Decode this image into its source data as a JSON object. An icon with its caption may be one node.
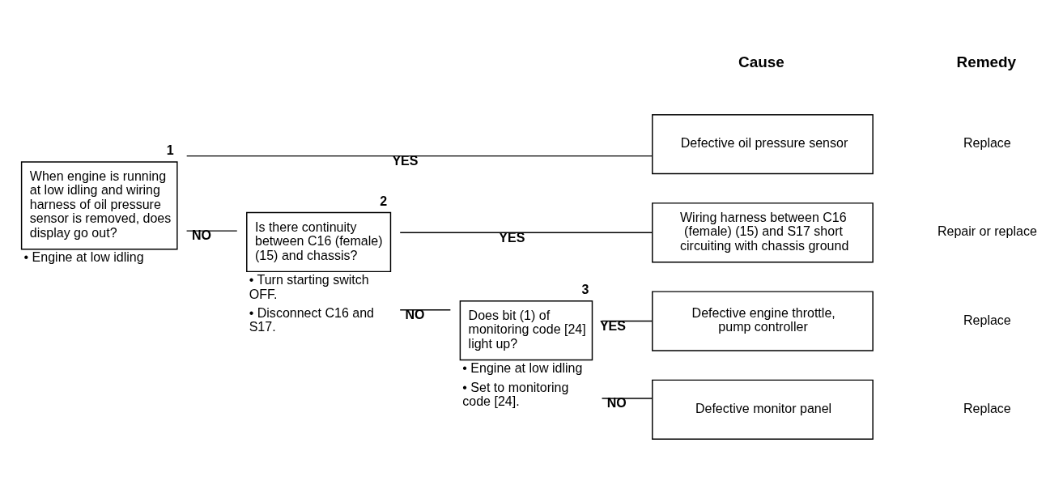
{
  "diagram": {
    "nodes": [
      {
        "text": [
          "When engine is running at low idling and wiring harness of oil pressure sensor is removed, does display go out?"
        ],
        "beside": [
          "1",
          "• Engine at low idling"
        ]
      },
      {
        "text": [
          "Is there continuity between C16 (female) (15) and chassis?"
        ],
        "beside": [
          "2",
          "• Turn starting switch OFF.",
          "• Disconnect C16 and S17."
        ]
      },
      {
        "text": [
          "Does bit (1) of monitoring code [24] light up?"
        ],
        "beside": [
          "3",
          "• Engine at low idling",
          "• Set to monitoring code [24]."
        ]
      },
      {
        "text": [
          "Defective oil pressure sensor"
        ]
      },
      {
        "text": [
          "Wiring harness between C16 (female) (15) and S17 short circuiting with chassis ground"
        ]
      },
      {
        "text": [
          "Defective engine throttle, pump controller"
        ]
      },
      {
        "text": [
          "Defective monitor panel"
        ]
      }
    ],
    "edges": [
      {
        "from": 0,
        "to": 3,
        "arrow": "none",
        "label": "YES"
      },
      {
        "from": 0,
        "to": 1,
        "arrow": "none",
        "label": "NO"
      },
      {
        "from": 1,
        "to": 4,
        "arrow": "none",
        "label": "YES"
      },
      {
        "from": 1,
        "to": 2,
        "arrow": "none",
        "label": "NO"
      },
      {
        "from": 2,
        "to": 5,
        "arrow": "none",
        "label": "YES"
      },
      {
        "from": 2,
        "to": 6,
        "arrow": "none",
        "label": "NO"
      }
    ],
    "labels": [
      "Cause",
      "Remedy",
      "Replace",
      "Repair or replace",
      "Replace",
      "Replace"
    ]
  }
}
